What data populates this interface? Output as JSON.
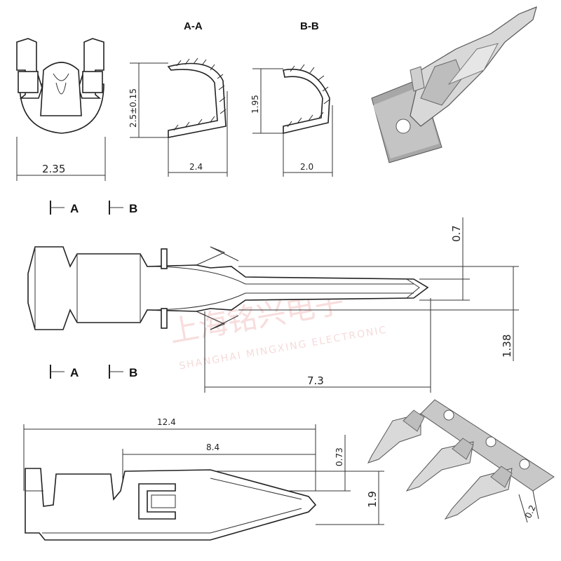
{
  "sections": {
    "aa_title": "A-A",
    "bb_title": "B-B"
  },
  "dimensions": {
    "front_width": "2.35",
    "aa_width": "2.4",
    "aa_height": "2.5±0.15",
    "bb_width": "2.0",
    "bb_height": "1.95",
    "pin_width": "0.7",
    "head_width": "1.38",
    "pin_length": "7.3",
    "total_length": "12.4",
    "mid_length": "8.4",
    "pin_thickness": "0.73",
    "body_height": "1.9",
    "strip_thickness": "0.2"
  },
  "section_marks": {
    "a": "A",
    "b": "B"
  },
  "watermark": {
    "cn": "上海铭兴电子",
    "en": "SHANGHAI MINGXING ELECTRONIC"
  },
  "colors": {
    "line": "#222222",
    "watermark": "#f3c2c2",
    "metal": "#c9c9c9"
  }
}
